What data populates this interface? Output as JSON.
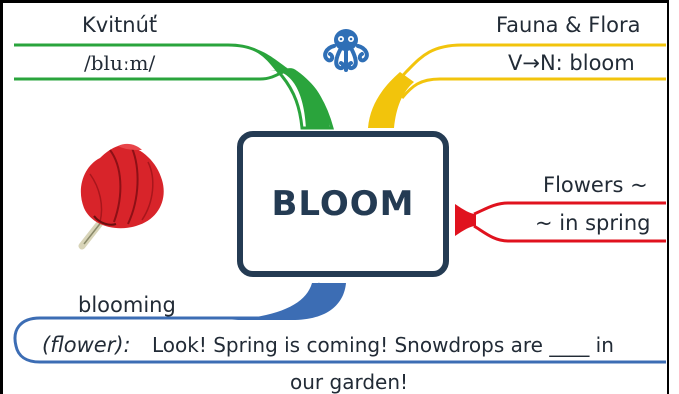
{
  "colors": {
    "green": "#2aa43c",
    "yellow": "#f2c40c",
    "red": "#e0121e",
    "blue": "#3c6db4",
    "center_border": "#243b53",
    "logo": "#2f6fb6",
    "flower": "#d8242a"
  },
  "center": {
    "word": "BLOOM"
  },
  "branches": {
    "top_left": {
      "label_top": "Kvitnúť",
      "label_bottom": "/bluːm/"
    },
    "top_right": {
      "label_top": "Fauna & Flora",
      "label_bottom": "V→N: bloom"
    },
    "right": {
      "label_top": "Flowers ~",
      "label_bottom": "~ in spring"
    },
    "bottom": {
      "label": "blooming",
      "prefix": "(flower):",
      "sentence_line1": "Look! Spring is coming! Snowdrops are ____ in",
      "sentence_line2": "our garden!"
    }
  },
  "icons": {
    "logo": "octopus-logo-icon",
    "picture": "red-tulip-icon"
  }
}
